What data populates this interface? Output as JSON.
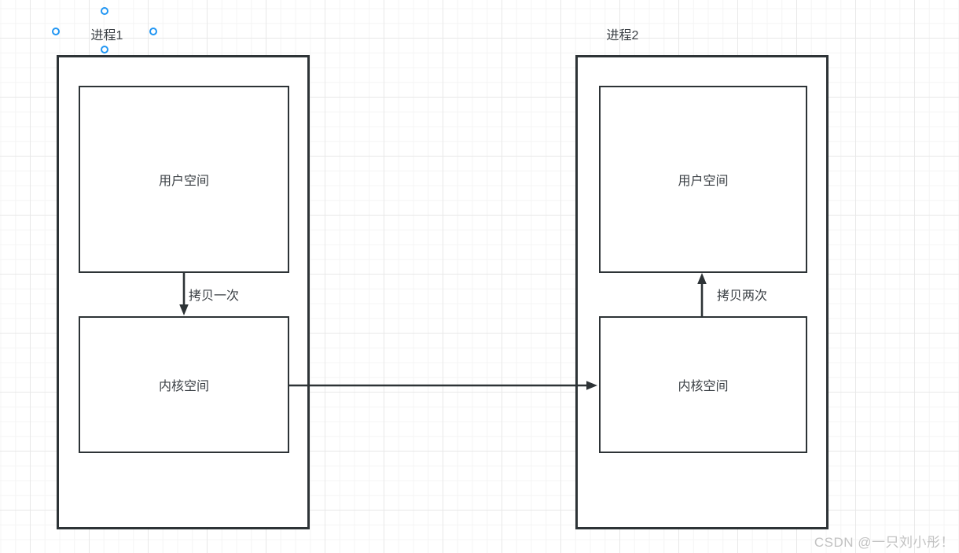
{
  "colors": {
    "stroke": "#2d3336",
    "text": "#3b4045",
    "grid_minor": "#f4f4f4",
    "grid_major": "#e8e8e8",
    "handle": "#2196f3",
    "watermark": "#c2c2c2"
  },
  "process1": {
    "title": "进程1",
    "user_space_label": "用户空间",
    "kernel_space_label": "内核空间",
    "copy_edge_label": "拷贝一次"
  },
  "process2": {
    "title": "进程2",
    "user_space_label": "用户空间",
    "kernel_space_label": "内核空间",
    "copy_edge_label": "拷贝两次"
  },
  "watermark": {
    "text": "CSDN @一只刘小彤！"
  }
}
